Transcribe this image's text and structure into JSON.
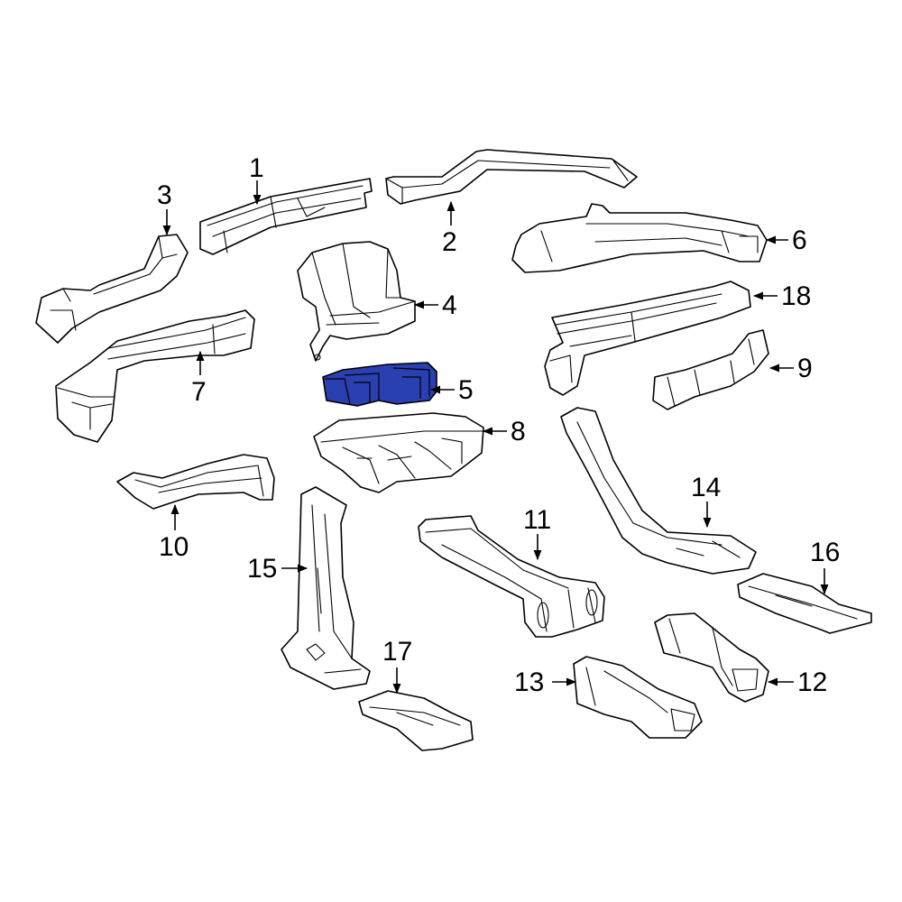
{
  "diagram": {
    "highlight_color": "#2a3fb0",
    "highlighted_part": "5",
    "callouts": [
      {
        "id": "1",
        "label": "1"
      },
      {
        "id": "2",
        "label": "2"
      },
      {
        "id": "3",
        "label": "3"
      },
      {
        "id": "4",
        "label": "4"
      },
      {
        "id": "5",
        "label": "5"
      },
      {
        "id": "6",
        "label": "6"
      },
      {
        "id": "7",
        "label": "7"
      },
      {
        "id": "8",
        "label": "8"
      },
      {
        "id": "9",
        "label": "9"
      },
      {
        "id": "10",
        "label": "10"
      },
      {
        "id": "11",
        "label": "11"
      },
      {
        "id": "12",
        "label": "12"
      },
      {
        "id": "13",
        "label": "13"
      },
      {
        "id": "14",
        "label": "14"
      },
      {
        "id": "15",
        "label": "15"
      },
      {
        "id": "16",
        "label": "16"
      },
      {
        "id": "17",
        "label": "17"
      },
      {
        "id": "18",
        "label": "18"
      }
    ]
  }
}
